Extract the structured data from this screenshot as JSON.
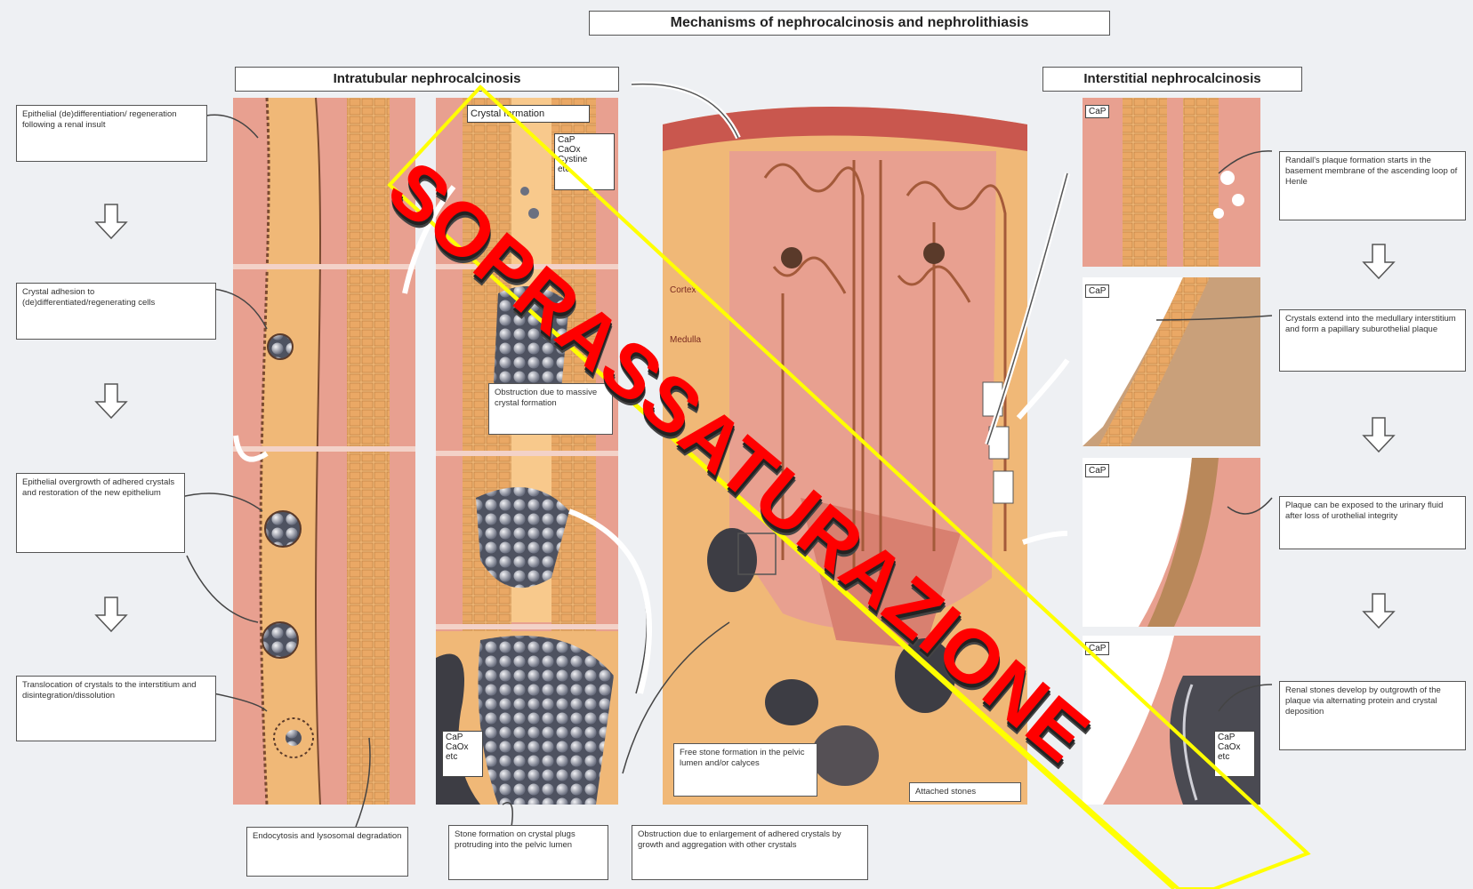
{
  "figure": {
    "title": "Mechanisms of nephrocalcinosis and nephrolithiasis",
    "left_header": "Intratubular nephrocalcinosis",
    "right_header": "Interstitial nephrocalcinosis",
    "left_notes": [
      "Epithelial (de)differentiation/ regeneration following a renal insult",
      "Crystal adhesion to (de)differentiated/regenerating cells",
      "Epithelial overgrowth of adhered crystals and restoration of the new epithelium",
      "Translocation of crystals to the interstitium and disintegration/dissolution"
    ],
    "middle_notes": {
      "crystal_formation": "Crystal formation",
      "obstruction_massive": "Obstruction due to massive crystal formation",
      "endocytosis": "Endocytosis and lysosomal degradation",
      "stone_formation_plugs": "Stone formation on crystal plugs protruding into the pelvic lumen",
      "obstruction_enlargement": "Obstruction due to enlargement of adhered crystals by growth and aggregation with other crystals",
      "free_stone": "Free stone formation in the pelvic lumen and/or calyces",
      "attached_stones": "Attached stones"
    },
    "right_notes": [
      "Randall's plaque formation starts in the basement membrane of the ascending loop of Henle",
      "Crystals extend into the medullary interstitium and form a papillary suburothelial plaque",
      "Plaque can be exposed to the urinary fluid after loss of urothelial integrity",
      "Renal stones develop by outgrowth of the plaque via alternating protein and crystal deposition"
    ],
    "crystal_tags": {
      "caox_list": "CaP\nCaOx\nCystine\netc",
      "cap": "CaP",
      "cap_caox": "CaP\nCaOx\netc"
    },
    "center_labels": {
      "cortex": "Cortex",
      "medulla": "Medulla"
    }
  },
  "overlay": {
    "text": "SOPRASSATURAZIONE"
  },
  "colors": {
    "overlay_text": "#ff0000",
    "overlay_border": "#ffff00",
    "tissue_pink": "#e8a090",
    "tissue_orange": "#f0b877",
    "lumen": "#f8c98c",
    "crystal": "#9aa0ad"
  }
}
